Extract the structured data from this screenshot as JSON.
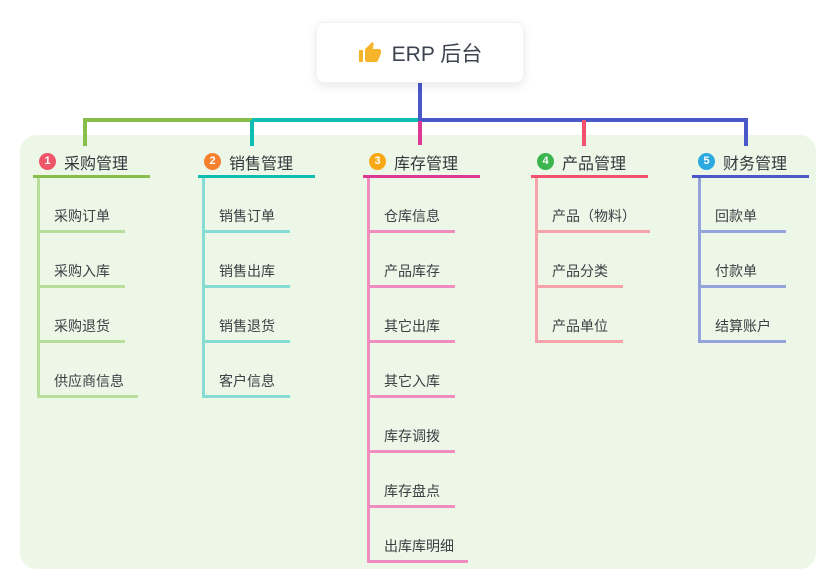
{
  "root": {
    "title": "ERP 后台",
    "icon": "thumbs-up-icon"
  },
  "branches": [
    {
      "index": "1",
      "label": "采购管理",
      "badge_color": "#ee5568",
      "line_color": "#88bf4c",
      "child_line_color": "#b9dd9a",
      "children": [
        "采购订单",
        "采购入库",
        "采购退货",
        "供应商信息"
      ]
    },
    {
      "index": "2",
      "label": "销售管理",
      "badge_color": "#f5812f",
      "line_color": "#0fbeb0",
      "child_line_color": "#85dcd2",
      "children": [
        "销售订单",
        "销售出库",
        "销售退货",
        "客户信息"
      ]
    },
    {
      "index": "3",
      "label": "库存管理",
      "badge_color": "#f7a813",
      "line_color": "#dd3a96",
      "child_line_color": "#f08cc0",
      "children": [
        "仓库信息",
        "产品库存",
        "其它出库",
        "其它入库",
        "库存调拨",
        "库存盘点",
        "出库库明细"
      ]
    },
    {
      "index": "4",
      "label": "产品管理",
      "badge_color": "#3bb54d",
      "line_color": "#f4516c",
      "child_line_color": "#f8a2ab",
      "children": [
        "产品（物料）",
        "产品分类",
        "产品单位"
      ]
    },
    {
      "index": "5",
      "label": "财务管理",
      "badge_color": "#2ba9e0",
      "line_color": "#4a58c8",
      "child_line_color": "#94a3da",
      "children": [
        "回款单",
        "付款单",
        "结算账户"
      ]
    }
  ],
  "colors": {
    "canvas_bg": "#ffffff",
    "panel_bg": "#edf7e7",
    "root_line": "#4a58c8",
    "icon_color": "#f6b42a",
    "text": "#3b4045"
  }
}
